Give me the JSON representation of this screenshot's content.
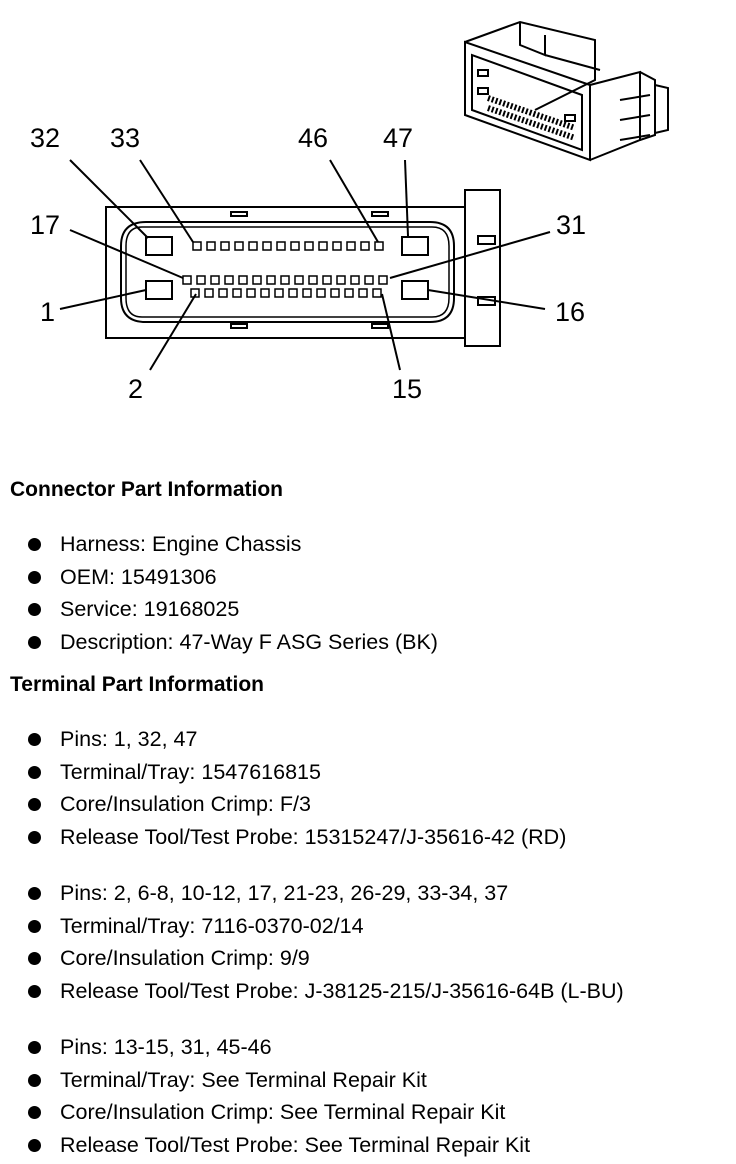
{
  "pin_labels": {
    "p32": "32",
    "p33": "33",
    "p46": "46",
    "p47": "47",
    "p17": "17",
    "p31": "31",
    "p1": "1",
    "p16": "16",
    "p2": "2",
    "p15": "15"
  },
  "connector": {
    "heading": "Connector Part Information",
    "items": [
      "Harness: Engine Chassis",
      "OEM: 15491306",
      "Service: 19168025",
      "Description: 47-Way F ASG Series (BK)"
    ]
  },
  "terminal": {
    "heading": "Terminal Part Information",
    "groups": [
      [
        "Pins: 1, 32, 47",
        "Terminal/Tray: 1547616815",
        "Core/Insulation Crimp: F/3",
        "Release Tool/Test Probe: 15315247/J-35616-42 (RD)"
      ],
      [
        "Pins: 2, 6-8, 10-12, 17, 21-23, 26-29, 33-34, 37",
        "Terminal/Tray: 7116-0370-02/14",
        "Core/Insulation Crimp: 9/9",
        "Release Tool/Test Probe: J-38125-215/J-35616-64B (L-BU)"
      ],
      [
        "Pins: 13-15, 31, 45-46",
        "Terminal/Tray: See Terminal Repair Kit",
        "Core/Insulation Crimp: See Terminal Repair Kit",
        "Release Tool/Test Probe: See Terminal Repair Kit"
      ]
    ]
  }
}
